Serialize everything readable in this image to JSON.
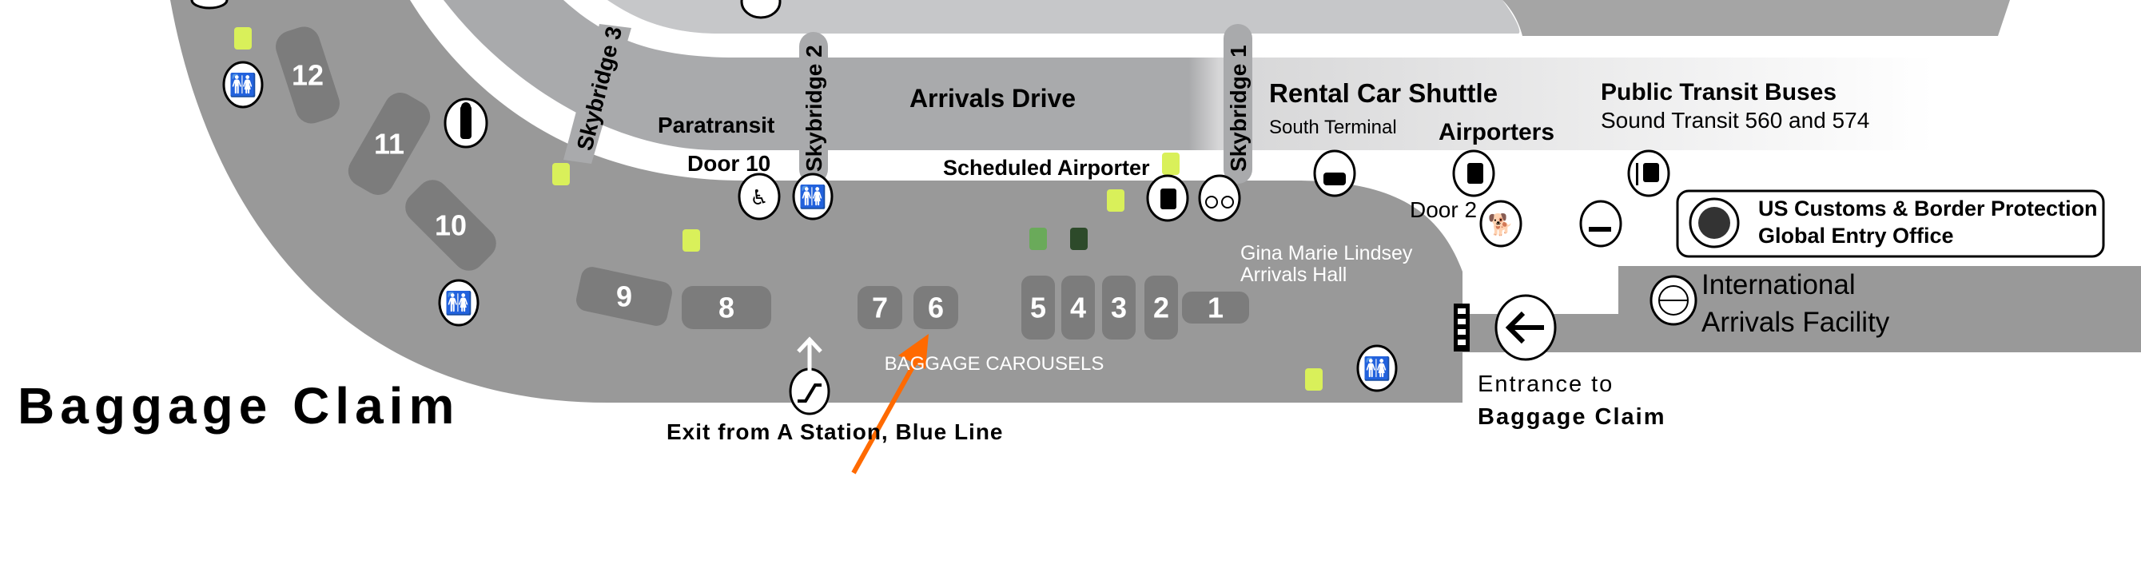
{
  "title": "Baggage Claim",
  "colors": {
    "hall": "#999999",
    "carousel": "#7c7c7c",
    "drive": "#a9aaac",
    "terminal": "#c6c7c9",
    "terminal_dark": "#a5a5a5",
    "marker_light_green": "#d9f05a",
    "marker_green": "#6aaa5a",
    "marker_dark_green": "#2d4a2a",
    "pointer_arrow": "#ff6a00"
  },
  "roads": {
    "arrivals_drive": "Arrivals Drive"
  },
  "skybridges": [
    "Skybridge 3",
    "Skybridge 2",
    "Skybridge 1"
  ],
  "labels": {
    "paratransit": "Paratransit",
    "door10": "Door 10",
    "scheduled_airporter": "Scheduled Airporter",
    "rental_car_shuttle": "Rental Car Shuttle",
    "south_terminal": "South Terminal",
    "airporters": "Airporters",
    "public_transit": "Public Transit Buses",
    "sound_transit": "Sound Transit 560 and 574",
    "door2": "Door 2",
    "hall_name_1": "Gina Marie Lindsey",
    "hall_name_2": "Arrivals Hall",
    "carousels": "BAGGAGE CAROUSELS",
    "exit_station": "Exit from A Station, Blue Line",
    "entrance_1": "Entrance to",
    "entrance_2": "Baggage Claim",
    "customs_1": "US Customs & Border Protection",
    "customs_2": "Global Entry Office",
    "intl_1": "International",
    "intl_2": "Arrivals Facility"
  },
  "carousels": [
    "12",
    "11",
    "10",
    "9",
    "8",
    "7",
    "6",
    "5",
    "4",
    "3",
    "2",
    "1"
  ],
  "icons": [
    "restroom-icon",
    "police-icon",
    "paratransit-icon",
    "bus-icon",
    "bicycle-icon",
    "rental-car-icon",
    "bus-stop-icon",
    "no-pets-icon",
    "smoking-area-icon",
    "dhs-seal-icon",
    "globe-plane-icon",
    "arrow-left-icon",
    "escalator-icon",
    "arrow-up-icon"
  ]
}
